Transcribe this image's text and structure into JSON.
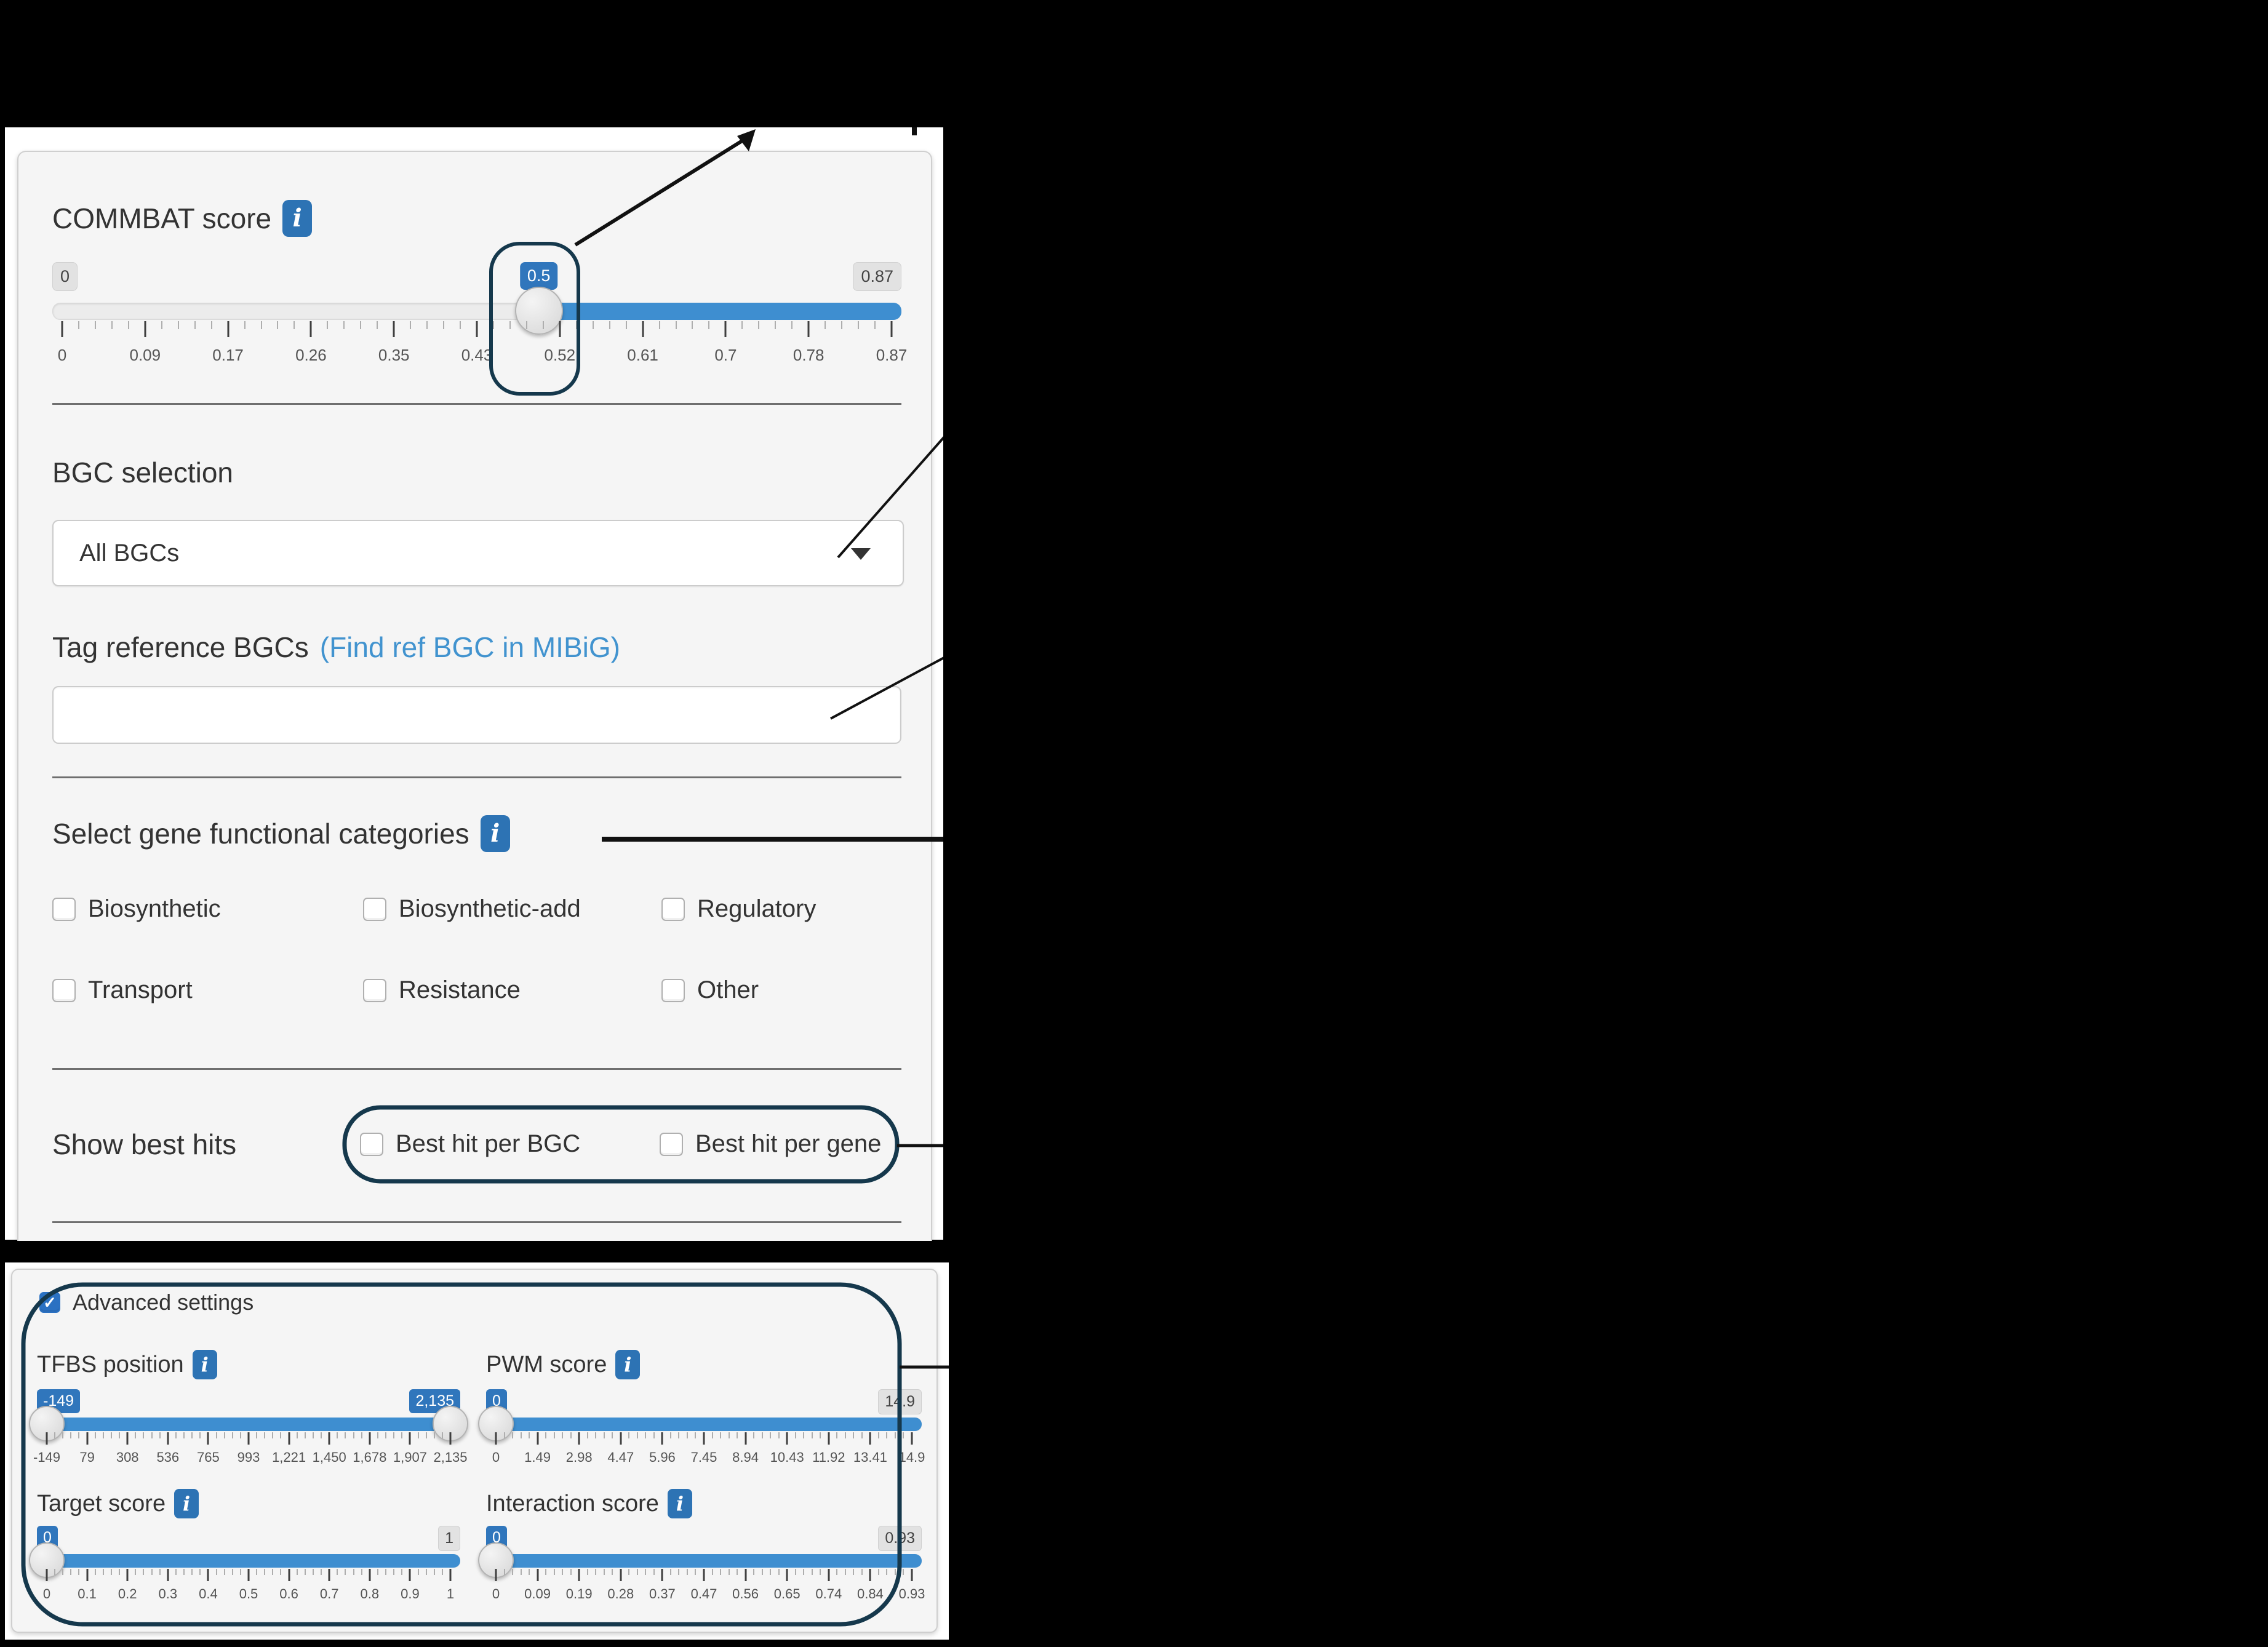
{
  "colors": {
    "accent_blue": "#3e8ed0",
    "value_label_blue": "#3076bc",
    "info_icon_blue": "#2d73b4",
    "link_blue": "#4193cf",
    "annotation_outline": "#15384c",
    "annotation_line": "#111111"
  },
  "top_panel": {
    "commbat_score": {
      "title": "COMMBAT score",
      "min_label": "0",
      "max_label": "0.87",
      "value_label": "0.5",
      "tick_labels": [
        "0",
        "0.09",
        "0.17",
        "0.26",
        "0.35",
        "0.43",
        "0.52",
        "0.61",
        "0.7",
        "0.78",
        "0.87"
      ]
    },
    "bgc_selection": {
      "label": "BGC selection",
      "selected_option": "All BGCs"
    },
    "tag_reference": {
      "label": "Tag reference BGCs",
      "link_label": "(Find ref BGC in MIBiG)",
      "input_value": ""
    },
    "gene_categories": {
      "label": "Select gene functional categories",
      "row1": [
        "Biosynthetic",
        "Biosynthetic-add",
        "Regulatory"
      ],
      "row2": [
        "Transport",
        "Resistance",
        "Other"
      ]
    },
    "best_hits": {
      "label": "Show best hits",
      "options": [
        "Best hit per BGC",
        "Best hit per gene"
      ]
    }
  },
  "advanced_panel": {
    "toggle_label": "Advanced settings",
    "toggle_checked": true,
    "tfbs_position": {
      "title": "TFBS position",
      "min_value_label": "-149",
      "max_value_label": "2,135",
      "tick_labels": [
        "-149",
        "79",
        "308",
        "536",
        "765",
        "993",
        "1,221",
        "1,450",
        "1,678",
        "1,907",
        "2,135"
      ]
    },
    "pwm_score": {
      "title": "PWM score",
      "value_label": "0",
      "max_label": "14.9",
      "tick_labels": [
        "0",
        "1.49",
        "2.98",
        "4.47",
        "5.96",
        "7.45",
        "8.94",
        "10.43",
        "11.92",
        "13.41",
        "14.9"
      ]
    },
    "target_score": {
      "title": "Target score",
      "value_label": "0",
      "max_label": "1",
      "tick_labels": [
        "0",
        "0.1",
        "0.2",
        "0.3",
        "0.4",
        "0.5",
        "0.6",
        "0.7",
        "0.8",
        "0.9",
        "1"
      ]
    },
    "interaction_score": {
      "title": "Interaction score",
      "value_label": "0",
      "max_label": "0.93",
      "tick_labels": [
        "0",
        "0.09",
        "0.19",
        "0.28",
        "0.37",
        "0.47",
        "0.56",
        "0.65",
        "0.74",
        "0.84",
        "0.93"
      ]
    }
  }
}
